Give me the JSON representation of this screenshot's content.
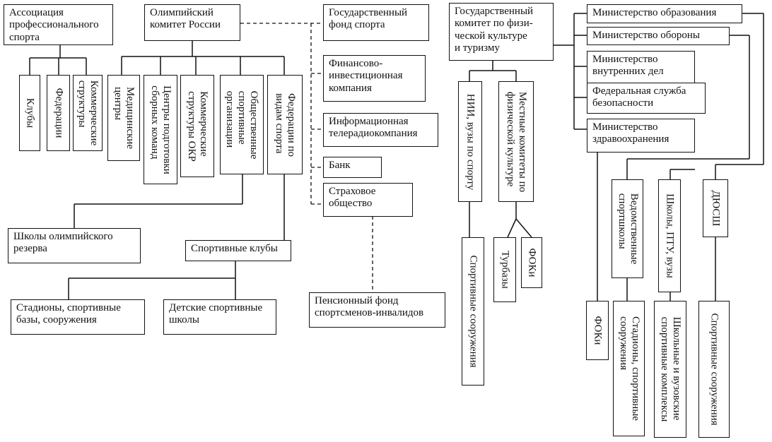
{
  "left_group": {
    "assoc": "Ассоциация\nпрофессионального\nспорта",
    "assoc_children": [
      "Клубы",
      "Федерации",
      "Коммерческие\nструктуры"
    ],
    "olympic": "Олимпийский\nкомитет России",
    "olympic_children": [
      "Медицинские\nцентры",
      "Центры подготовки\nсборных команд",
      "Коммерческие\nструктуры ОКР",
      "Общественные\nспортивные\nорганизации",
      "Федерации по\nвидам спорта"
    ],
    "olympic_reserve": "Школы олимпийского\nрезерва",
    "sport_clubs": "Спортивные клубы",
    "stadiums": "Стадионы, спортивные\nбазы, сооружения",
    "child_schools": "Детские спортивные\nшколы"
  },
  "middle_group": {
    "state_fund": "Государственный\nфонд спорта",
    "fin_company": "Финансово-\nинвестиционная\nкомпания",
    "info_company": "Информационная\nтелерадиокомпания",
    "bank": "Банк",
    "insurance": "Страховое\nобщество",
    "pension": "Пенсионный фонд\nспортсменов-инвалидов"
  },
  "state_committee": {
    "title": "Государственный\nкомитет по физи-\nческой культуре\nи туризму",
    "research": "НИИ, вузы по спорту",
    "local": "Местные комитеты по\nфизической культуре",
    "sport_facilities": "Спортивные сооружения",
    "tour_bases": "Турбазы",
    "foki": "ФОКи"
  },
  "ministries": {
    "items": [
      "Министерство образования",
      "Министерство обороны",
      "Министерство\nвнутренних дел",
      "Федеральная служба\nбезопасности",
      "Министерство\nздравоохранения"
    ],
    "dept_schools": "Ведомственные\nспортшколы",
    "schools": "Школы, ПТУ, вузы",
    "dyussh": "ДЮСШ",
    "foki": "ФОКи",
    "stadiums": "Стадионы, спортивные\nсооружения",
    "school_complexes": "Школьные и вузовские\nспортивные комплексы",
    "sport_facilities": "Спортивные сооружения"
  }
}
